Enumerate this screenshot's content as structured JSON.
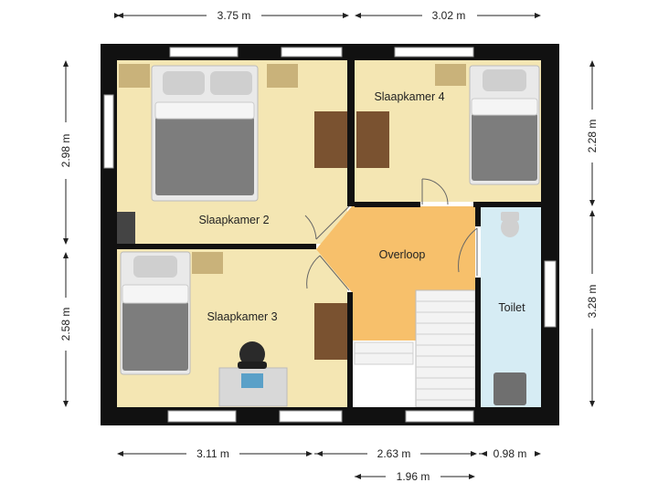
{
  "rooms": {
    "slaapkamer_2": "Slaapkamer 2",
    "slaapkamer_3": "Slaapkamer 3",
    "slaapkamer_4": "Slaapkamer 4",
    "overloop": "Overloop",
    "toilet": "Toilet"
  },
  "dimensions": {
    "top_left": "3.75 m",
    "top_right": "3.02 m",
    "left_upper": "2.98 m",
    "left_lower": "2.58 m",
    "right_upper": "2.28 m",
    "right_lower": "3.28 m",
    "bottom_1": "3.11 m",
    "bottom_2": "2.63 m",
    "bottom_3": "0.98 m",
    "bottom_stair": "1.96 m"
  },
  "colors": {
    "wall": "#111111",
    "bedroom_floor": "#f4e6b3",
    "overloop_floor": "#f7c06b",
    "toilet_floor": "#d6ecf4",
    "furniture_wood": "#7a5230",
    "bed_grey": "#7d7d7d"
  }
}
